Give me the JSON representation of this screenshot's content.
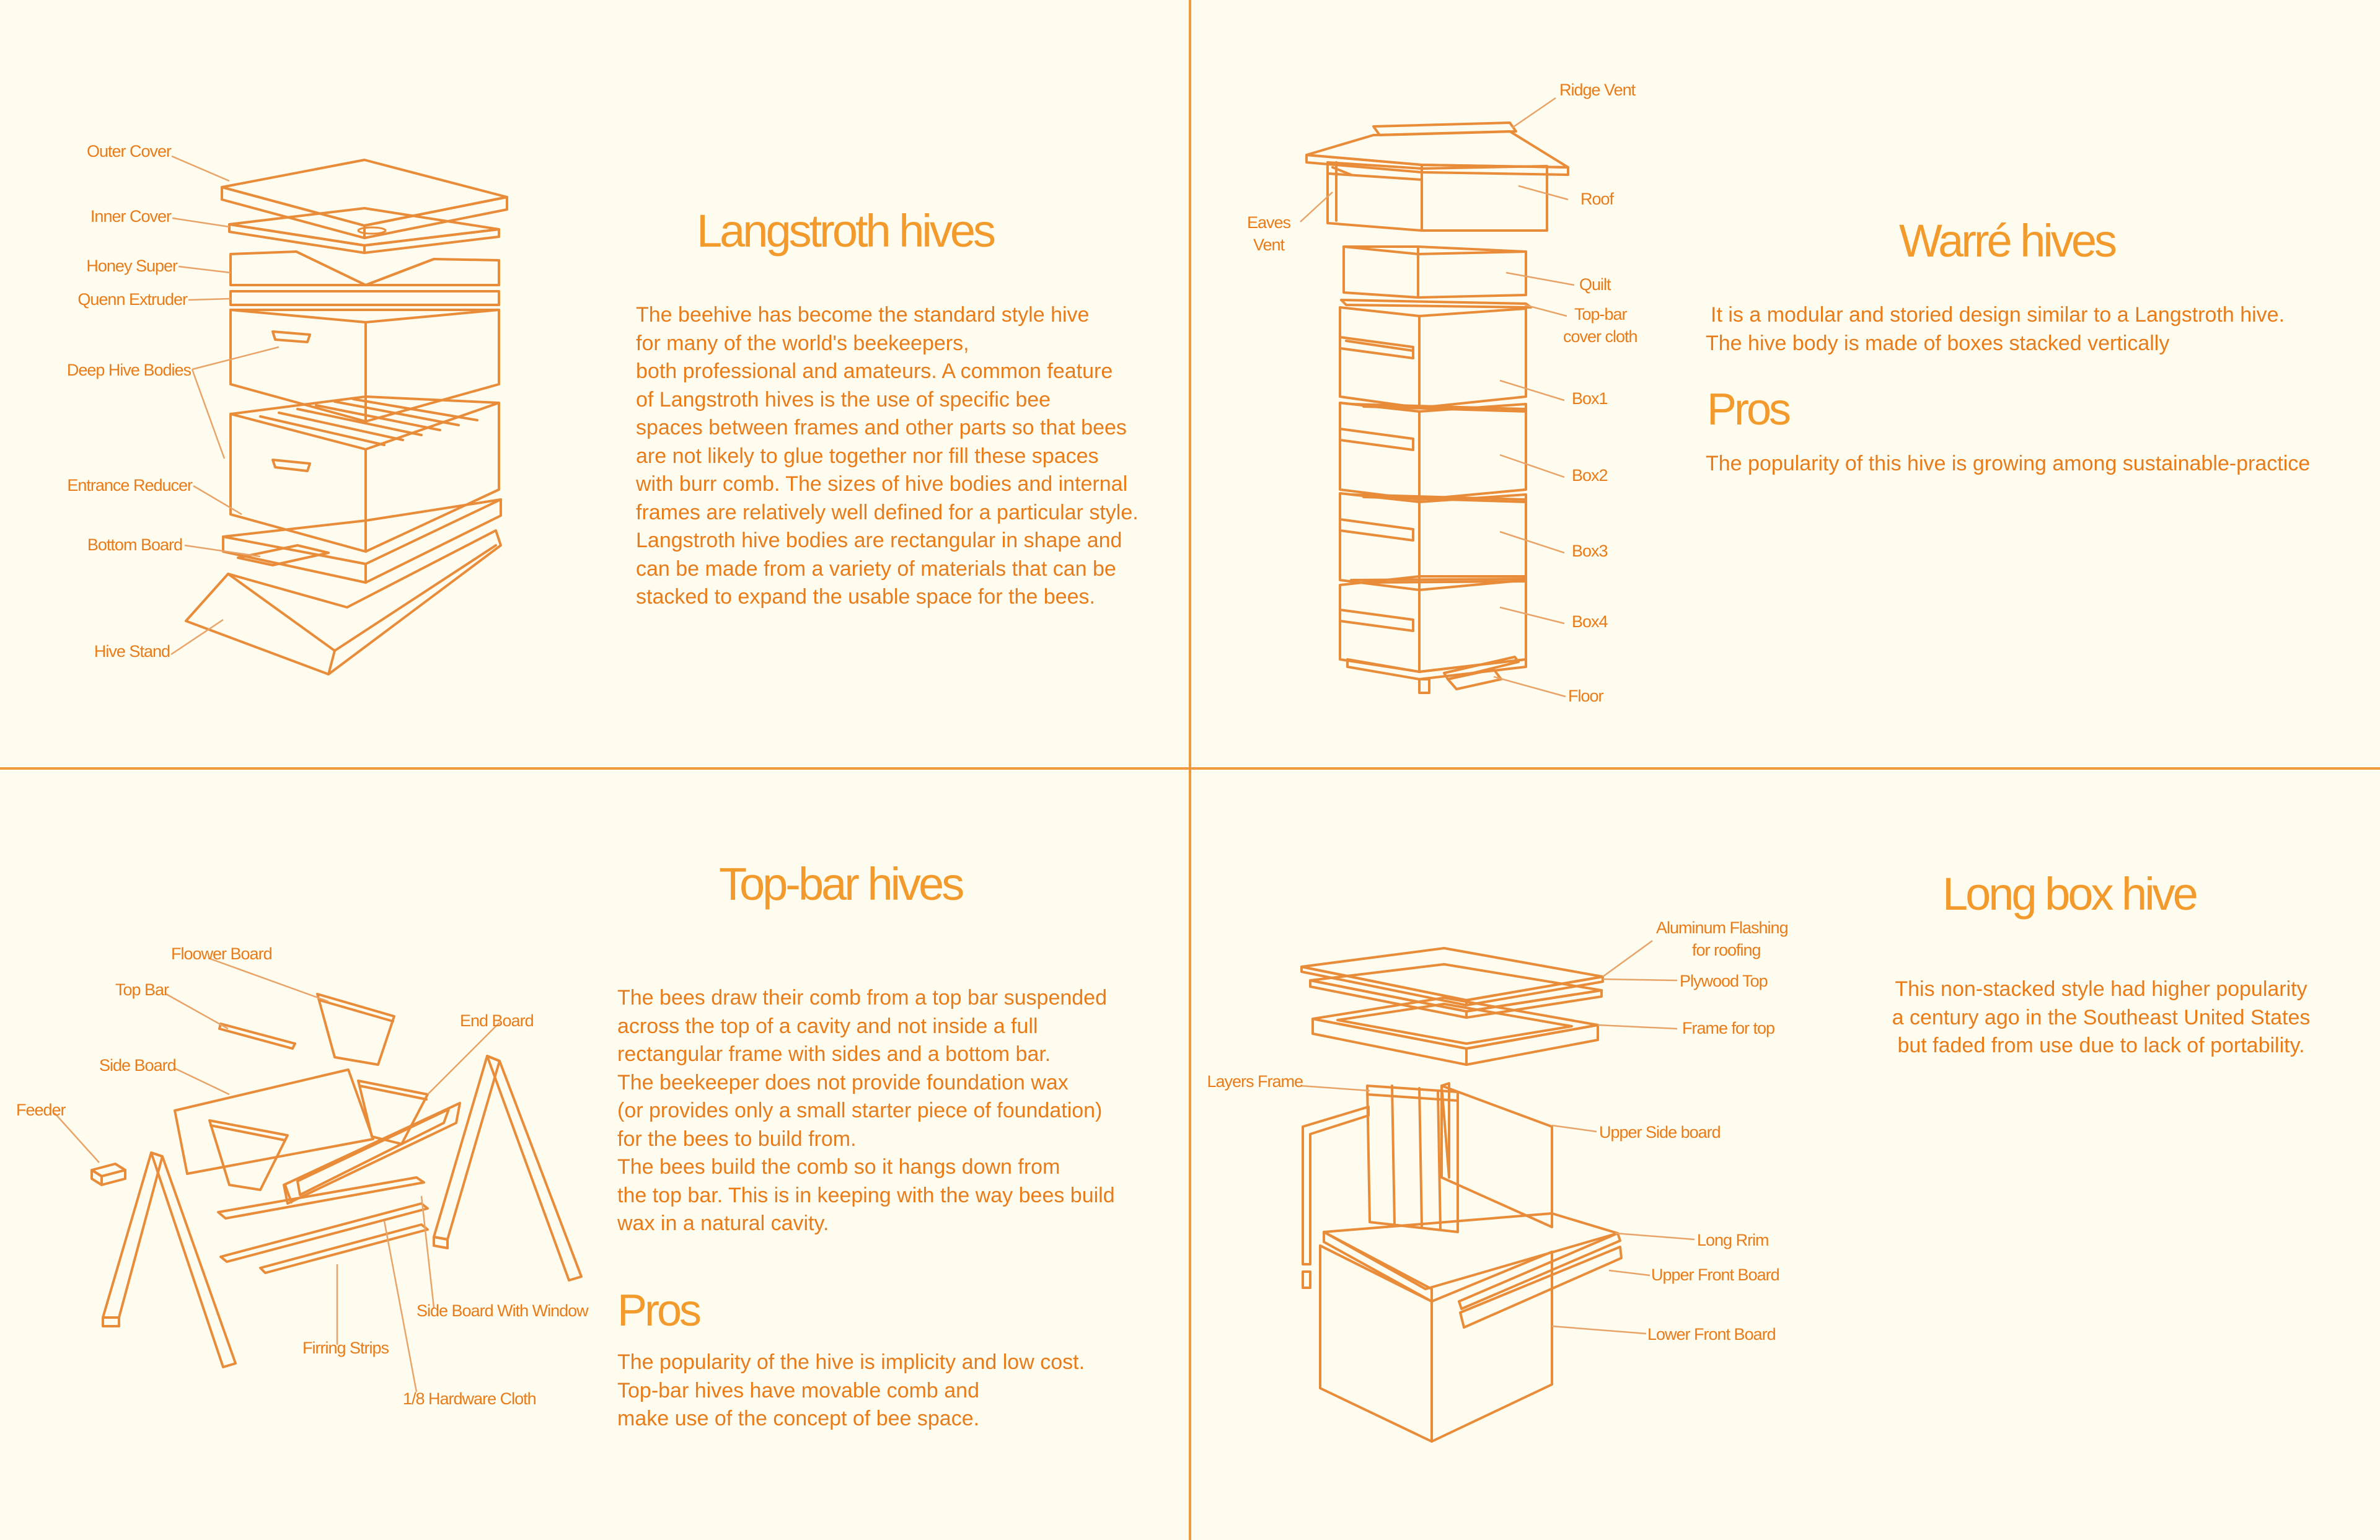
{
  "langstroth": {
    "title": "Langstroth hives",
    "description": [
      "The beehive has become the standard style hive",
      "for many of the world's beekeepers,",
      "both professional and amateurs. A common feature",
      "of Langstroth hives is the use of specific bee",
      "spaces between frames and other parts so that bees",
      "are not likely to glue together nor fill these spaces",
      "with burr comb. The sizes of hive bodies and internal",
      "frames are relatively well defined for a particular style.",
      "Langstroth hive bodies are rectangular in shape and",
      "can be made from a variety of materials that can be",
      "stacked to expand the usable space for the bees."
    ],
    "labels": {
      "outer_cover": "Outer Cover",
      "inner_cover": "Inner Cover",
      "honey_super": "Honey Super",
      "queen_extruder": "Quenn Extruder",
      "deep_hive_bodies": "Deep Hive Bodies",
      "entrance_reducer": "Entrance Reducer",
      "bottom_board": "Bottom Board",
      "hive_stand": "Hive Stand"
    }
  },
  "warre": {
    "title": "Warré hives",
    "description": [
      "It is a modular and storied design similar to a Langstroth hive.",
      "The hive body is made of boxes stacked vertically"
    ],
    "pros_title": "Pros",
    "pros_text": "The popularity of this hive is growing among sustainable-practice",
    "labels": {
      "ridge_vent": "Ridge Vent",
      "eaves_vent_1": "Eaves",
      "eaves_vent_2": "Vent",
      "roof": "Roof",
      "quilt": "Quilt",
      "top_bar_cloth_1": "Top-bar",
      "top_bar_cloth_2": "cover cloth",
      "box1": "Box1",
      "box2": "Box2",
      "box3": "Box3",
      "box4": "Box4",
      "floor": "Floor"
    }
  },
  "topbar": {
    "title": "Top-bar hives",
    "description": [
      "The bees draw their comb from a top bar suspended",
      "across the top of a cavity and not inside a full",
      "rectangular frame with sides and a bottom bar.",
      "The beekeeper does not provide foundation wax",
      "(or provides only a small starter piece of foundation)",
      "for the bees to build from.",
      "The bees build the comb so it hangs down from",
      "the top bar. This is in keeping with the way bees build",
      "wax in a natural cavity."
    ],
    "pros_title": "Pros",
    "pros_text": [
      "The popularity of the hive is implicity and low cost.",
      "Top-bar hives have movable comb and",
      "make use of the concept of bee space."
    ],
    "labels": {
      "floower_board": "Floower Board",
      "top_bar": "Top Bar",
      "end_board": "End Board",
      "side_board": "Side Board",
      "feeder": "Feeder",
      "side_board_window": "Side Board With Window",
      "firring_strips": "Firring Strips",
      "hardware_cloth": "1/8 Hardware Cloth"
    }
  },
  "longbox": {
    "title": "Long box hive",
    "description": [
      "This non-stacked style had higher popularity",
      "a century ago in the Southeast United States",
      "but faded from use due to lack of portability."
    ],
    "labels": {
      "aluminum_1": "Aluminum  Flashing",
      "aluminum_2": "for roofing",
      "plywood_top": "Plywood Top",
      "frame_for_top": "Frame for top",
      "layers_frame": "Layers Frame",
      "upper_side_board": "Upper Side board",
      "long_rrim": "Long Rrim",
      "upper_front_board": "Upper Front Board",
      "lower_front_board": "Lower Front Board"
    }
  }
}
